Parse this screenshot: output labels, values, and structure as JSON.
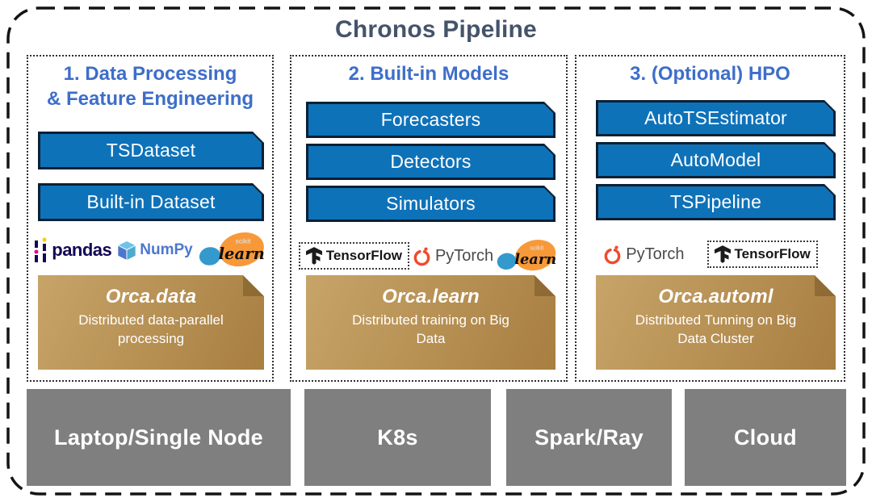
{
  "title": "Chronos Pipeline",
  "columns": [
    {
      "header": "1. Data Processing\n& Feature Engineering",
      "bars": [
        "TSDataset",
        "Built-in Dataset"
      ],
      "logos": [
        "pandas",
        "numpy",
        "scikit-learn"
      ],
      "orca": {
        "name": "Orca.data",
        "desc": "Distributed data-parallel\nprocessing"
      }
    },
    {
      "header": "2. Built-in Models",
      "bars": [
        "Forecasters",
        "Detectors",
        "Simulators"
      ],
      "logos": [
        "tensorflow",
        "pytorch",
        "scikit-learn"
      ],
      "orca": {
        "name": "Orca.learn",
        "desc": "Distributed training on Big\nData"
      }
    },
    {
      "header": "3. (Optional) HPO",
      "bars": [
        "AutoTSEstimator",
        "AutoModel",
        "TSPipeline"
      ],
      "logos": [
        "pytorch",
        "tensorflow"
      ],
      "orca": {
        "name": "Orca.automl",
        "desc": "Distributed Tunning on Big\nData Cluster"
      }
    }
  ],
  "logo_labels": {
    "pandas": "pandas",
    "numpy": "NumPy",
    "pytorch": "PyTorch",
    "tensorflow": "TensorFlow",
    "sklearn_top": "scikit",
    "sklearn_script": "learn"
  },
  "infrastructure": [
    "Laptop/Single Node",
    "K8s",
    "Spark/Ray",
    "Cloud"
  ],
  "colors": {
    "title_color": "#44546a",
    "header_blue": "#3e6ec9",
    "bar_fill": "#0e72b9",
    "bar_border": "#0b2033",
    "gold_light": "#c7a468",
    "gold_dark": "#a87e41",
    "infra_gray": "#7f7f7f",
    "pandas_navy": "#130754",
    "pandas_pink": "#e70488",
    "pandas_yellow": "#ffca00",
    "numpy_blue": "#4d77cf",
    "numpy_light_blue": "#4dabcf",
    "pytorch_orange": "#ee4c2c",
    "sklearn_blue": "#3499cd",
    "sklearn_orange": "#f89939"
  }
}
